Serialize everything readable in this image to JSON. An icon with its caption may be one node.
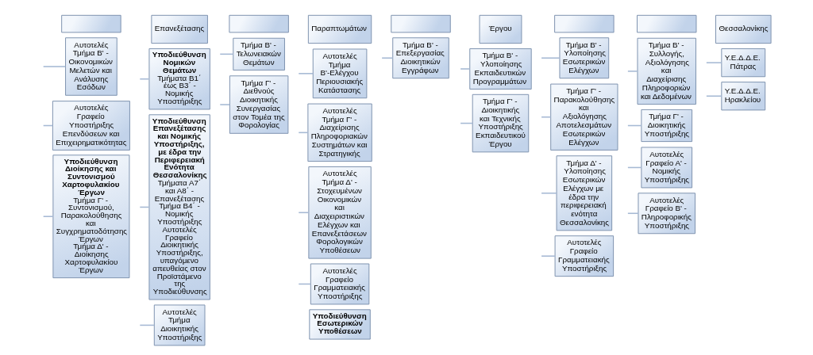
{
  "diagram": {
    "nodes": [
      {
        "text": [],
        "shape": "box"
      },
      {
        "text": [
          "Αυτοτελές Τμήμα Β' - Οικονομικών Μελετών και Ανάλυσης Εσόδων"
        ]
      },
      {
        "text": [
          "Αυτοτελές Γραφείο Υποστήριξης Επενδύσεων και Επιχειρηματικότητας"
        ]
      },
      {
        "text": [
          "Υποδιεύθυνση Διοίκησης και Συντονισμού Χαρτοφυλακίου Έργων",
          "Τμήμα Γ' - Συντονισμού, Παρακολούθησης και Συγχρηματοδότησης Έργων",
          "Τμήμα Δ' - Διοίκησης Χαρτοφυλακίου Έργων"
        ]
      },
      {
        "text": [
          "Επανεξέτασης"
        ]
      },
      {
        "text": [
          "Υποδιεύθυνση Νομικών Θεμάτων",
          "Τμήματα Β1΄ έως Β3΄ - Νομικής Υποστήριξης"
        ]
      },
      {
        "text": [
          "Υποδιεύθυνση Επανεξέτασης και Νομικής Υποστήριξης, με έδρα την Περιφερειακή Ενότητα Θεσσαλονίκης",
          "Τμήματα Α7΄ και Α8΄ - Επανεξέτασης",
          "Τμήμα Β4΄ - Νομικής Υποστήριξης",
          "Αυτοτελές Γραφείο Διοικητικής Υποστήριξης, υπαγόμενο απευθείας στον Προϊστάμενο της Υποδιεύθυνσης"
        ]
      },
      {
        "text": [
          "Αυτοτελές Τμήμα Διοικητικής Υποστήριξης"
        ]
      },
      {
        "text": [],
        "shape": "box"
      },
      {
        "text": [
          "Τμήμα Β' - Τελωνειακών Θεμάτων"
        ]
      },
      {
        "text": [
          "Τμήμα Γ' - Διεθνούς Διοικητικής Συνεργασίας στον Τομέα της Φορολογίας"
        ]
      },
      {
        "text": [
          "Παραπτωμάτων"
        ]
      },
      {
        "text": [
          "Αυτοτελές Τμήμα Β'-Ελέγχου Περιουσιακής Κατάστασης"
        ]
      },
      {
        "text": [
          "Αυτοτελές Τμήμα Γ' - Διαχείρισης Πληροφοριακών Συστημάτων και Στρατηγικής"
        ]
      },
      {
        "text": [
          "Αυτοτελές Τμήμα Δ' - Στοχευμένων Οικονομικών και Διαχειριστικών Ελέγχων και Επανεξετάσεων Φορολογικών Υποθέσεων"
        ]
      },
      {
        "text": [
          "Αυτοτελές Γραφείο Γραμματειακής Υποστήριξης"
        ]
      },
      {
        "text": [
          "Υποδιεύθυνση Εσωτερικών Υποθέσεων"
        ]
      },
      {
        "text": [],
        "shape": "box"
      },
      {
        "text": [
          "Τμήμα Β' - Επεξεργασίας Διοικητικών Εγγράφων"
        ]
      },
      {
        "text": [
          "Έργου"
        ]
      },
      {
        "text": [
          "Τμήμα Β' - Υλοποίησης Εκπαιδευτικών Προγραμμάτων"
        ]
      },
      {
        "text": [
          "Τμήμα Γ' - Διοικητικής και Τεχνικής Υποστήριξης Εκπαιδευτικού Έργου"
        ]
      },
      {
        "text": [],
        "shape": "box"
      },
      {
        "text": [
          "Τμήμα Β' - Υλοποίησης Εσωτερικών Ελέγχων"
        ]
      },
      {
        "text": [
          "Τμήμα Γ' - Παρακολούθησης και Αξιολόγησης Αποτελεσμάτων Εσωτερικών Ελέγχων"
        ]
      },
      {
        "text": [
          "Τμήμα Δ' - Υλοποίησης Εσωτερικών Ελέγχων με έδρα την περιφερειακή ενότητα Θεσσαλονίκης"
        ]
      },
      {
        "text": [
          "Αυτοτελές Γραφείο Γραμματειακής Υποστήριξης"
        ]
      },
      {
        "text": [],
        "shape": "box"
      },
      {
        "text": [
          "Τμήμα Β' - Συλλογής, Αξιολόγησης και Διαχείρισης Πληροφοριών και Δεδομένων"
        ]
      },
      {
        "text": [
          "Τμήμα Γ' - Διοικητικής Υποστήριξης"
        ]
      },
      {
        "text": [
          "Αυτοτελές Γραφείο Α' - Νομικής Υποστήριξης"
        ]
      },
      {
        "text": [
          "Αυτοτελές Γραφείο Β' - Πληροφορικής Υποστήριξης"
        ]
      },
      {
        "text": [
          "Θεσσαλονίκης"
        ]
      },
      {
        "text": [
          "Υ.Ε.Δ.Δ.Ε. Πάτρας"
        ]
      },
      {
        "text": [
          "Υ.Ε.Δ.Δ.Ε. Ηρακλείου"
        ]
      }
    ],
    "edges": [
      {
        "from": null,
        "to": 1,
        "arrow": "none"
      },
      {
        "from": null,
        "to": 2,
        "arrow": "none"
      },
      {
        "from": null,
        "to": 3,
        "arrow": "none"
      },
      {
        "from": null,
        "to": 5,
        "arrow": "none"
      },
      {
        "from": null,
        "to": 6,
        "arrow": "none"
      },
      {
        "from": null,
        "to": 7,
        "arrow": "none"
      },
      {
        "from": null,
        "to": 9,
        "arrow": "none"
      },
      {
        "from": null,
        "to": 10,
        "arrow": "none"
      },
      {
        "from": null,
        "to": 12,
        "arrow": "none"
      },
      {
        "from": null,
        "to": 13,
        "arrow": "none"
      },
      {
        "from": null,
        "to": 14,
        "arrow": "none"
      },
      {
        "from": null,
        "to": 15,
        "arrow": "none"
      },
      {
        "from": null,
        "to": 18,
        "arrow": "none"
      },
      {
        "from": null,
        "to": 20,
        "arrow": "none"
      },
      {
        "from": null,
        "to": 21,
        "arrow": "none"
      },
      {
        "from": null,
        "to": 23,
        "arrow": "none"
      },
      {
        "from": null,
        "to": 24,
        "arrow": "none"
      },
      {
        "from": null,
        "to": 25,
        "arrow": "none"
      },
      {
        "from": null,
        "to": 26,
        "arrow": "none"
      },
      {
        "from": null,
        "to": 28,
        "arrow": "none"
      },
      {
        "from": null,
        "to": 29,
        "arrow": "none"
      },
      {
        "from": null,
        "to": 30,
        "arrow": "none"
      },
      {
        "from": null,
        "to": 31,
        "arrow": "none"
      },
      {
        "from": null,
        "to": 33,
        "arrow": "none"
      },
      {
        "from": null,
        "to": 34,
        "arrow": "none"
      }
    ]
  }
}
